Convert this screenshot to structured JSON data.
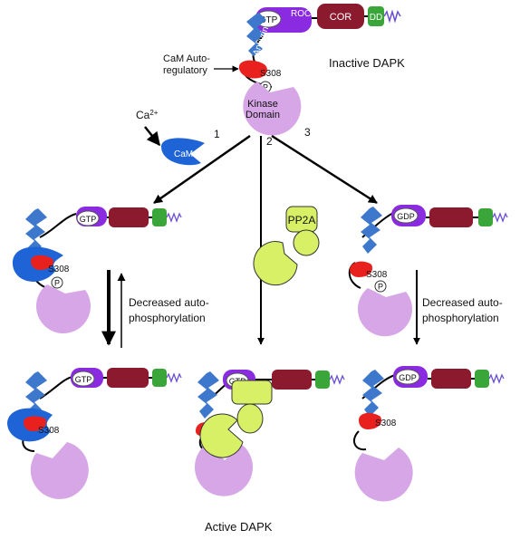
{
  "title_top": "Inactive DAPK",
  "title_bottom": "Active DAPK",
  "domains": {
    "ankyrin": "Ankyrin",
    "roc": "ROC",
    "cor": "COR",
    "dd": "DD",
    "kinase_line1": "Kinase",
    "kinase_line2": "Domain",
    "gtp": "GTP",
    "gdp": "GDP",
    "p": "P",
    "s308": "S308"
  },
  "annotations": {
    "cam_autoreg_line1": "CaM Auto-",
    "cam_autoreg_line2": "regulatory",
    "ca_base": "Ca",
    "ca_sup": "2+",
    "cam": "CaM",
    "pp2a": "PP2A",
    "decreased_line1": "Decreased auto-",
    "decreased_line2": "phosphorylation"
  },
  "pathways": [
    "1",
    "2",
    "3"
  ],
  "colors": {
    "purple": "#8a2be2",
    "maroon": "#8b1a2e",
    "green": "#3aa63a",
    "kinase": "#d6a6e6",
    "red": "#e8201e",
    "blue": "#1e64d6",
    "ankyrin": "#3e78cc",
    "pp2a": "#d8f066",
    "ddtail": "#6a4fd0"
  }
}
